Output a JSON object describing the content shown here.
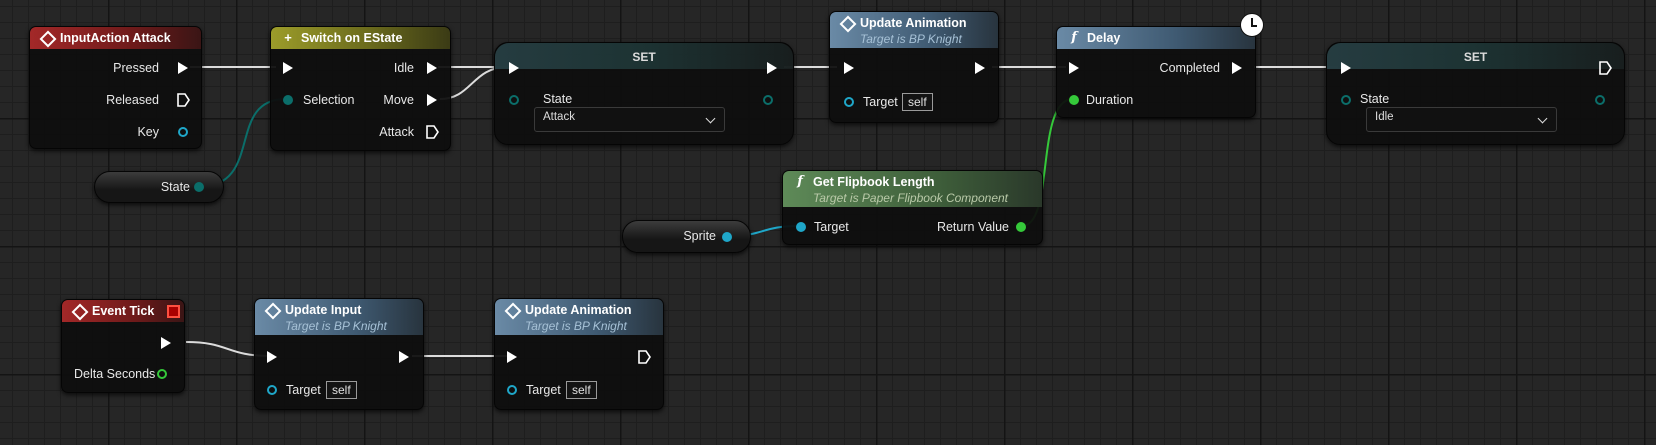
{
  "colors": {
    "exec": "#ffffff",
    "struct": "#1fa7c9",
    "enum": "#0b6e6a",
    "float": "#35c93a",
    "event_header": "#8c1c1c",
    "switch_header": "#7d7d1a",
    "function_header": "#4a6a85",
    "pure_header": "#4c6f45"
  },
  "nodes": {
    "input_action": {
      "title": "InputAction Attack",
      "pins": {
        "pressed": "Pressed",
        "released": "Released",
        "key": "Key"
      }
    },
    "switch": {
      "title": "Switch on EState",
      "pins": {
        "selection": "Selection",
        "idle": "Idle",
        "move": "Move",
        "attack": "Attack"
      }
    },
    "set_attack": {
      "title": "SET",
      "var_label": "State",
      "value": "Attack"
    },
    "update_anim_top": {
      "title": "Update Animation",
      "subtitle": "Target is BP Knight",
      "target_label": "Target",
      "target_value": "self"
    },
    "delay": {
      "title": "Delay",
      "pins": {
        "duration": "Duration",
        "completed": "Completed"
      }
    },
    "set_idle": {
      "title": "SET",
      "var_label": "State",
      "value": "Idle"
    },
    "state_var": {
      "label": "State"
    },
    "get_flipbook": {
      "title": "Get Flipbook Length",
      "subtitle": "Target is Paper Flipbook Component",
      "target_label": "Target",
      "return_label": "Return Value"
    },
    "sprite_var": {
      "label": "Sprite"
    },
    "event_tick": {
      "title": "Event Tick",
      "delta": "Delta Seconds"
    },
    "update_input": {
      "title": "Update Input",
      "subtitle": "Target is BP Knight",
      "target_label": "Target",
      "target_value": "self"
    },
    "update_anim_bottom": {
      "title": "Update Animation",
      "subtitle": "Target is BP Knight",
      "target_label": "Target",
      "target_value": "self"
    }
  },
  "icons": {
    "event": "diamond-event-icon",
    "switch": "switch-plus-icon",
    "function": "f-function-icon",
    "latent": "clock-icon",
    "tick_stop": "red-square-icon"
  }
}
